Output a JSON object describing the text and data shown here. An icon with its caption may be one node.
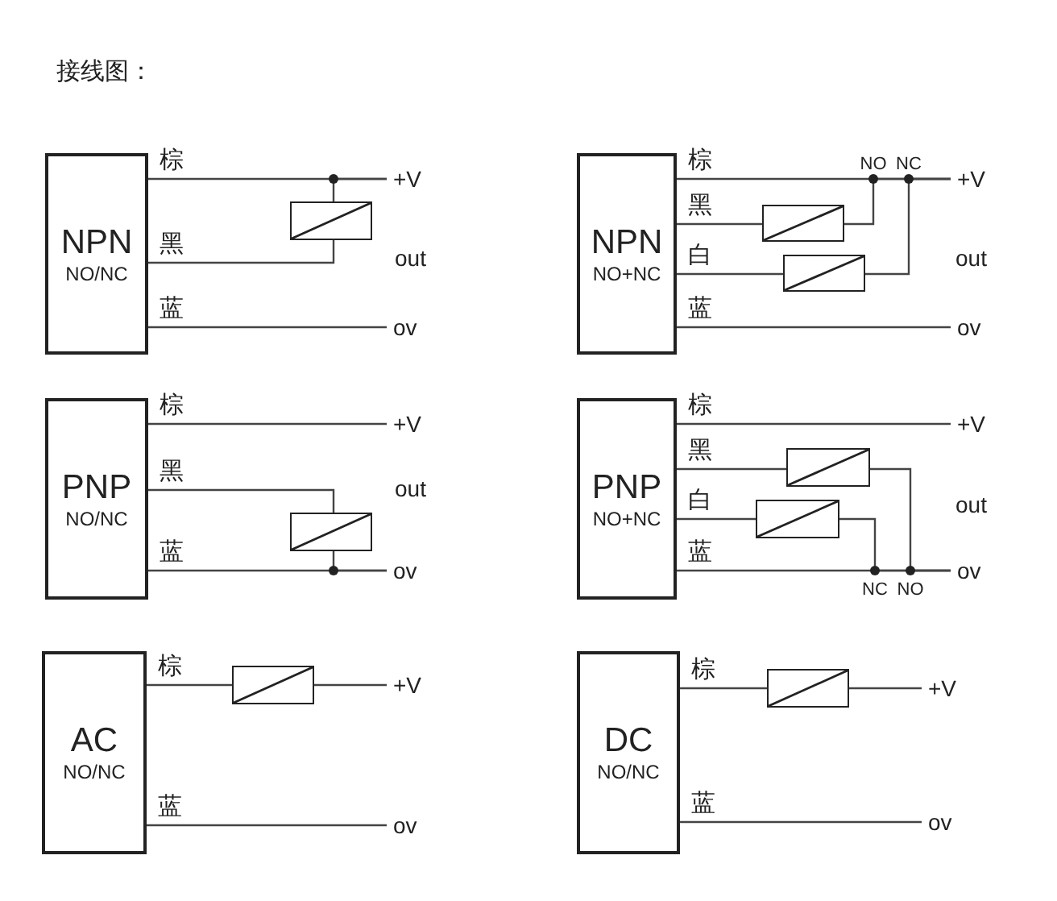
{
  "diagram": {
    "title": "接线图：",
    "nodes": [
      {
        "text": [
          "NPN",
          "NO/NC"
        ]
      },
      {
        "text": [],
        "shape": "box"
      },
      {
        "text": [
          "+V"
        ]
      },
      {
        "text": [
          "ov"
        ]
      },
      {
        "text": [
          "NPN",
          "NO+NC"
        ]
      },
      {
        "text": [],
        "shape": "box"
      },
      {
        "text": [],
        "shape": "box"
      },
      {
        "text": [
          "+V"
        ]
      },
      {
        "text": [
          "ov"
        ]
      },
      {
        "text": [
          "PNP",
          "NO/NC"
        ]
      },
      {
        "text": [],
        "shape": "box"
      },
      {
        "text": [
          "+V"
        ]
      },
      {
        "text": [
          "ov"
        ]
      },
      {
        "text": [
          "PNP",
          "NO+NC"
        ]
      },
      {
        "text": [],
        "shape": "box"
      },
      {
        "text": [],
        "shape": "box"
      },
      {
        "text": [
          "+V"
        ]
      },
      {
        "text": [
          "ov"
        ]
      },
      {
        "text": [
          "AC",
          "NO/NC"
        ]
      },
      {
        "text": [],
        "shape": "box"
      },
      {
        "text": [
          "+V"
        ]
      },
      {
        "text": [
          "ov"
        ]
      },
      {
        "text": [
          "DC",
          "NO/NC"
        ]
      },
      {
        "text": [],
        "shape": "box"
      },
      {
        "text": [
          "+V"
        ]
      },
      {
        "text": [
          "ov"
        ]
      }
    ],
    "edges": [
      {
        "from": 0,
        "to": 2,
        "arrow": "none",
        "label": "棕"
      },
      {
        "from": 0,
        "to": 1,
        "arrow": "none",
        "label": "黑"
      },
      {
        "from": 1,
        "to": 2,
        "arrow": "none"
      },
      {
        "from": 0,
        "to": 3,
        "arrow": "none",
        "label": "蓝"
      },
      {
        "from": 4,
        "to": 7,
        "arrow": "none",
        "label": "棕"
      },
      {
        "from": 4,
        "to": 5,
        "arrow": "none",
        "label": "黑"
      },
      {
        "from": 5,
        "to": 7,
        "arrow": "none"
      },
      {
        "from": 4,
        "to": 6,
        "arrow": "none",
        "label": "白"
      },
      {
        "from": 6,
        "to": 7,
        "arrow": "none"
      },
      {
        "from": 4,
        "to": 8,
        "arrow": "none",
        "label": "蓝"
      },
      {
        "from": 9,
        "to": 11,
        "arrow": "none",
        "label": "棕"
      },
      {
        "from": 9,
        "to": 10,
        "arrow": "none",
        "label": "黑"
      },
      {
        "from": 10,
        "to": 12,
        "arrow": "none"
      },
      {
        "from": 9,
        "to": 12,
        "arrow": "none",
        "label": "蓝"
      },
      {
        "from": 13,
        "to": 16,
        "arrow": "none",
        "label": "棕"
      },
      {
        "from": 13,
        "to": 14,
        "arrow": "none",
        "label": "黑"
      },
      {
        "from": 14,
        "to": 17,
        "arrow": "none"
      },
      {
        "from": 13,
        "to": 15,
        "arrow": "none",
        "label": "白"
      },
      {
        "from": 15,
        "to": 17,
        "arrow": "none"
      },
      {
        "from": 13,
        "to": 17,
        "arrow": "none",
        "label": "蓝"
      },
      {
        "from": 18,
        "to": 19,
        "arrow": "none",
        "label": "棕"
      },
      {
        "from": 19,
        "to": 20,
        "arrow": "none"
      },
      {
        "from": 18,
        "to": 21,
        "arrow": "none",
        "label": "蓝"
      },
      {
        "from": 22,
        "to": 23,
        "arrow": "none",
        "label": "棕"
      },
      {
        "from": 23,
        "to": 24,
        "arrow": "none"
      },
      {
        "from": 22,
        "to": 25,
        "arrow": "none",
        "label": "蓝"
      }
    ],
    "labels": [
      "out",
      "NO",
      "NC",
      "out",
      "out",
      "out",
      "NC",
      "NO"
    ]
  }
}
